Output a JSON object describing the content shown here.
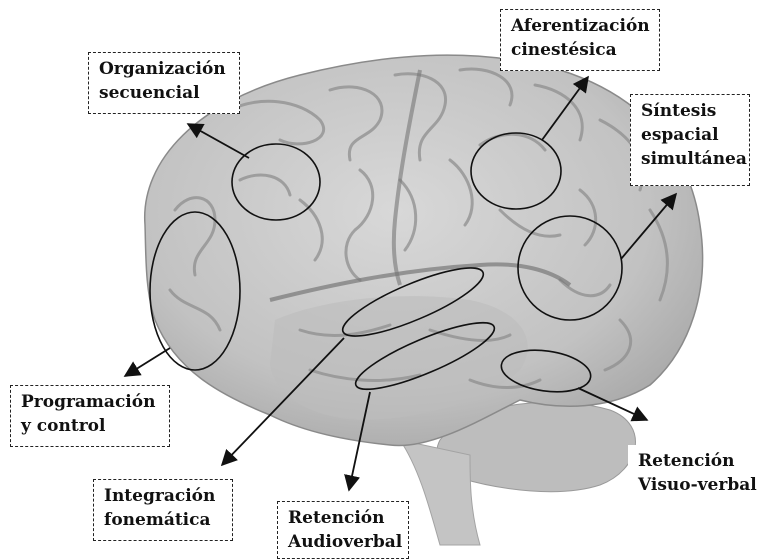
{
  "labels": {
    "organizacion": {
      "line1": "Organización",
      "line2": "secuencial"
    },
    "aferentizacion": {
      "line1": "Aferentización",
      "line2": "cinestésica"
    },
    "sintesis": {
      "line1": "Síntesis",
      "line2": "espacial",
      "line3": "simultánea"
    },
    "programacion": {
      "line1": "Programación",
      "line2": "y control"
    },
    "integracion": {
      "line1": "Integración",
      "line2": "fonemática"
    },
    "retencion_audio": {
      "line1": "Retención",
      "line2": "Audioverbal"
    },
    "retencion_visuo": {
      "line1": "Retención",
      "line2": "Visuo-verbal"
    }
  },
  "colors": {
    "brain": "#c9c9c9",
    "gyri": "#8f8f8f",
    "cerebellum": "#bcbcbc",
    "ink": "#111111"
  }
}
